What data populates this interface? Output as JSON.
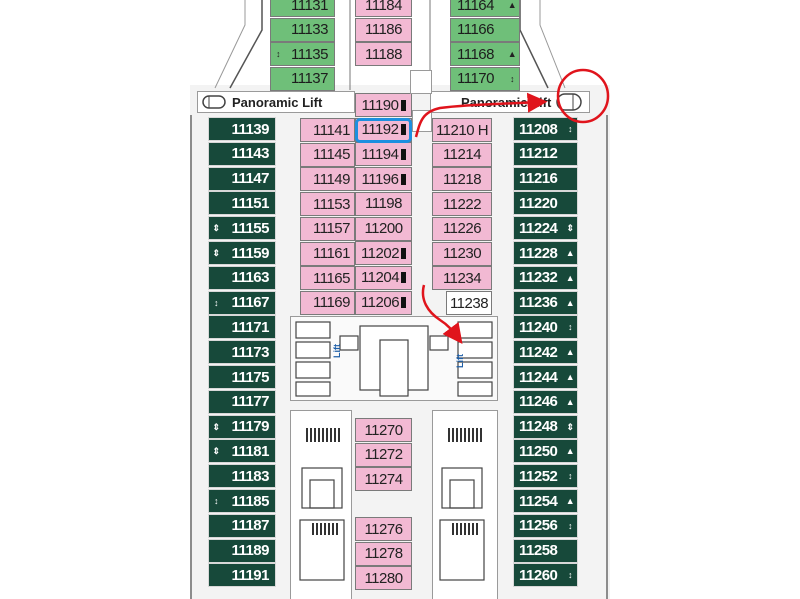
{
  "lift_label": "Panoramic Lift",
  "lift_word": "Lift",
  "colors": {
    "dark_green": "#17493a",
    "light_green": "#6fbf79",
    "pink": "#f2b9d3",
    "highlight_blue": "#1d8fe0",
    "annotation_red": "#e0141c"
  },
  "top_left_cabins": [
    {
      "num": "11131"
    },
    {
      "num": "11133"
    },
    {
      "num": "11135",
      "mark": "↕"
    },
    {
      "num": "11137"
    }
  ],
  "top_center_cabins": [
    {
      "num": "11184"
    },
    {
      "num": "11186"
    },
    {
      "num": "11188"
    }
  ],
  "top_right_cabins": [
    {
      "num": "11164",
      "mark": "▲"
    },
    {
      "num": "11166"
    },
    {
      "num": "11168",
      "mark": "▲"
    },
    {
      "num": "11170",
      "mark": "↕"
    }
  ],
  "left_outer_cabins": [
    {
      "num": "11139"
    },
    {
      "num": "11143"
    },
    {
      "num": "11147"
    },
    {
      "num": "11151"
    },
    {
      "num": "11155",
      "mark": "⇕"
    },
    {
      "num": "11159",
      "mark": "⇕"
    },
    {
      "num": "11163"
    },
    {
      "num": "11167",
      "mark": "↕"
    },
    {
      "num": "11171"
    },
    {
      "num": "11173"
    },
    {
      "num": "11175"
    },
    {
      "num": "11177"
    },
    {
      "num": "11179",
      "mark": "⇕"
    },
    {
      "num": "11181",
      "mark": "⇕"
    },
    {
      "num": "11183"
    },
    {
      "num": "11185",
      "mark": "↕"
    },
    {
      "num": "11187"
    },
    {
      "num": "11189"
    },
    {
      "num": "11191"
    }
  ],
  "left_inner_cabins": [
    {
      "num": "11141"
    },
    {
      "num": "11145"
    },
    {
      "num": "11149"
    },
    {
      "num": "11153"
    },
    {
      "num": "11157"
    },
    {
      "num": "11161"
    },
    {
      "num": "11165"
    },
    {
      "num": "11169"
    }
  ],
  "center_cabins": [
    {
      "num": "11190",
      "block": true
    },
    {
      "num": "11192",
      "block": true,
      "highlight": true
    },
    {
      "num": "11194",
      "block": true
    },
    {
      "num": "11196",
      "block": true
    },
    {
      "num": "11198"
    },
    {
      "num": "11200"
    },
    {
      "num": "11202",
      "block": true
    },
    {
      "num": "11204",
      "block": true
    },
    {
      "num": "11206",
      "block": true
    }
  ],
  "center_lower_cabins": [
    {
      "num": "11270"
    },
    {
      "num": "11272"
    },
    {
      "num": "11274"
    }
  ],
  "center_bottom_cabins": [
    {
      "num": "11276"
    },
    {
      "num": "11278"
    },
    {
      "num": "11280"
    }
  ],
  "right_inner_cabins": [
    {
      "num": "11210 H"
    },
    {
      "num": "11214"
    },
    {
      "num": "11218"
    },
    {
      "num": "11222"
    },
    {
      "num": "11226"
    },
    {
      "num": "11230"
    },
    {
      "num": "11234"
    }
  ],
  "right_inner_extra": {
    "num": "11238"
  },
  "right_outer_cabins": [
    {
      "num": "11208",
      "mark": "↕"
    },
    {
      "num": "11212"
    },
    {
      "num": "11216"
    },
    {
      "num": "11220"
    },
    {
      "num": "11224",
      "mark": "⇕"
    },
    {
      "num": "11228",
      "mark": "▲"
    },
    {
      "num": "11232",
      "mark": "▲"
    },
    {
      "num": "11236",
      "mark": "▲"
    },
    {
      "num": "11240",
      "mark": "↕"
    },
    {
      "num": "11242",
      "mark": "▲"
    },
    {
      "num": "11244",
      "mark": "▲"
    },
    {
      "num": "11246",
      "mark": "▲"
    },
    {
      "num": "11248",
      "mark": "⇕"
    },
    {
      "num": "11250",
      "mark": "▲"
    },
    {
      "num": "11252",
      "mark": "↕"
    },
    {
      "num": "11254",
      "mark": "▲"
    },
    {
      "num": "11256",
      "mark": "↕"
    },
    {
      "num": "11258"
    },
    {
      "num": "11260",
      "mark": "↕"
    }
  ]
}
